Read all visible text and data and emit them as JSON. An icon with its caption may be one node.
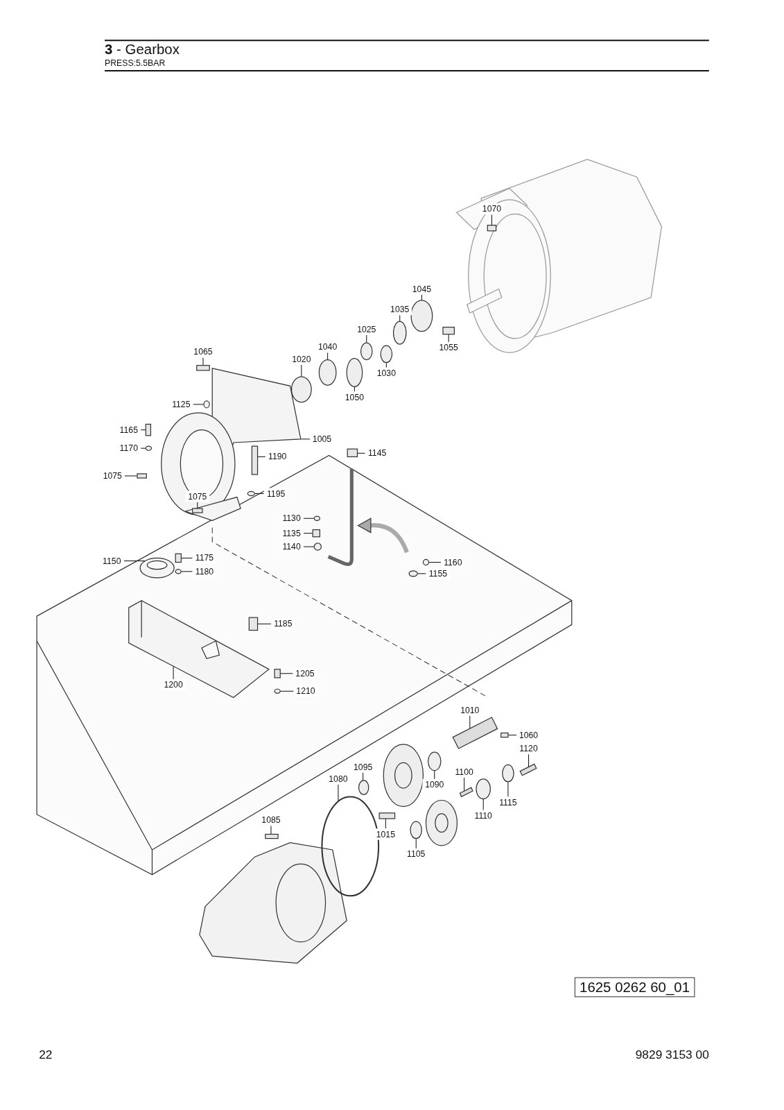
{
  "diagram": {
    "title": "**3** - Gearbox",
    "nodes": [
      {
        "text": [
          "1070"
        ]
      },
      {
        "text": [
          "1045"
        ]
      },
      {
        "text": [
          "1035"
        ]
      },
      {
        "text": [
          "1025"
        ]
      },
      {
        "text": [
          "1055"
        ]
      },
      {
        "text": [
          "1040"
        ]
      },
      {
        "text": [
          "1065"
        ]
      },
      {
        "text": [
          "1020"
        ]
      },
      {
        "text": [
          "1030"
        ]
      },
      {
        "text": [
          "1050"
        ]
      },
      {
        "text": [
          "1125"
        ]
      },
      {
        "text": [
          "1165"
        ]
      },
      {
        "text": [
          "1005"
        ]
      },
      {
        "text": [
          "1170"
        ]
      },
      {
        "text": [
          "1145"
        ]
      },
      {
        "text": [
          "1190"
        ]
      },
      {
        "text": [
          "1075"
        ]
      },
      {
        "text": [
          "1195"
        ]
      },
      {
        "text": [
          "1075"
        ]
      },
      {
        "text": [
          "1130"
        ]
      },
      {
        "text": [
          "1135"
        ]
      },
      {
        "text": [
          "1140"
        ]
      },
      {
        "text": [
          "1175"
        ]
      },
      {
        "text": [
          "1160"
        ]
      },
      {
        "text": [
          "1150"
        ]
      },
      {
        "text": [
          "1180"
        ]
      },
      {
        "text": [
          "1155"
        ]
      },
      {
        "text": [
          "1185"
        ]
      },
      {
        "text": [
          "1205"
        ]
      },
      {
        "text": [
          "1200"
        ]
      },
      {
        "text": [
          "1210"
        ]
      },
      {
        "text": [
          "1010"
        ]
      },
      {
        "text": [
          "1060"
        ]
      },
      {
        "text": [
          "1120"
        ]
      },
      {
        "text": [
          "1100"
        ]
      },
      {
        "text": [
          "1080"
        ]
      },
      {
        "text": [
          "1095"
        ]
      },
      {
        "text": [
          "1090"
        ]
      },
      {
        "text": [
          "1115"
        ]
      },
      {
        "text": [
          "1110"
        ]
      },
      {
        "text": [
          "1085"
        ]
      },
      {
        "text": [
          "1015"
        ]
      },
      {
        "text": [
          "1105"
        ]
      },
      {
        "text": [],
        "shape": "box"
      },
      {
        "text": [],
        "shape": "circle"
      },
      {
        "text": [],
        "shape": "circle"
      },
      {
        "text": [],
        "shape": "circle"
      },
      {
        "text": [],
        "shape": "box"
      },
      {
        "text": [],
        "shape": "circle"
      },
      {
        "text": [],
        "shape": "box"
      },
      {
        "text": [],
        "shape": "circle"
      },
      {
        "text": [],
        "shape": "circle"
      },
      {
        "text": [],
        "shape": "circle"
      },
      {
        "text": [],
        "shape": "circle"
      },
      {
        "text": [],
        "shape": "box"
      },
      {
        "text": [],
        "shape": "picture"
      },
      {
        "text": [],
        "shape": "circle"
      },
      {
        "text": [],
        "shape": "box"
      },
      {
        "text": [],
        "shape": "box"
      },
      {
        "text": [],
        "shape": "box"
      },
      {
        "text": [],
        "shape": "circle"
      },
      {
        "text": [],
        "shape": "box"
      },
      {
        "text": [],
        "shape": "circle"
      },
      {
        "text": [],
        "shape": "box"
      },
      {
        "text": [],
        "shape": "circle"
      },
      {
        "text": [],
        "shape": "box"
      },
      {
        "text": [],
        "shape": "circle"
      },
      {
        "text": [],
        "shape": "picture"
      },
      {
        "text": [],
        "shape": "circle"
      },
      {
        "text": [],
        "shape": "circle"
      },
      {
        "text": [],
        "shape": "box"
      },
      {
        "text": [],
        "shape": "box"
      },
      {
        "text": [],
        "shape": "picture"
      },
      {
        "text": [],
        "shape": "circle"
      },
      {
        "text": [],
        "shape": "bar"
      },
      {
        "text": [],
        "shape": "box"
      },
      {
        "text": [],
        "shape": "bar"
      },
      {
        "text": [],
        "shape": "bar"
      },
      {
        "text": [],
        "shape": "circle"
      },
      {
        "text": [],
        "shape": "circle"
      },
      {
        "text": [],
        "shape": "circle"
      },
      {
        "text": [],
        "shape": "circle"
      },
      {
        "text": [],
        "shape": "circle"
      },
      {
        "text": [],
        "shape": "box"
      },
      {
        "text": [],
        "shape": "box"
      },
      {
        "text": [],
        "shape": "circle"
      }
    ],
    "edges": [
      {
        "from": 0,
        "to": 43,
        "arrow": "none"
      },
      {
        "from": 1,
        "to": 44,
        "arrow": "none"
      },
      {
        "from": 2,
        "to": 45,
        "arrow": "none"
      },
      {
        "from": 3,
        "to": 46,
        "arrow": "none"
      },
      {
        "from": 4,
        "to": 47,
        "arrow": "none"
      },
      {
        "from": 5,
        "to": 48,
        "arrow": "none"
      },
      {
        "from": 6,
        "to": 49,
        "arrow": "none"
      },
      {
        "from": 7,
        "to": 50,
        "arrow": "none"
      },
      {
        "from": 8,
        "to": 51,
        "arrow": "none"
      },
      {
        "from": 9,
        "to": 52,
        "arrow": "none"
      },
      {
        "from": 10,
        "to": 53,
        "arrow": "none"
      },
      {
        "from": 11,
        "to": 54,
        "arrow": "none"
      },
      {
        "from": 12,
        "to": 55,
        "arrow": "none"
      },
      {
        "from": 13,
        "to": 56,
        "arrow": "none"
      },
      {
        "from": 14,
        "to": 57,
        "arrow": "none"
      },
      {
        "from": 15,
        "to": 58,
        "arrow": "none"
      },
      {
        "from": 16,
        "to": 59,
        "arrow": "none"
      },
      {
        "from": 17,
        "to": 60,
        "arrow": "none"
      },
      {
        "from": 18,
        "to": 61,
        "arrow": "none"
      },
      {
        "from": 19,
        "to": 62,
        "arrow": "none"
      },
      {
        "from": 20,
        "to": 63,
        "arrow": "none"
      },
      {
        "from": 21,
        "to": 64,
        "arrow": "none"
      },
      {
        "from": 22,
        "to": 65,
        "arrow": "none"
      },
      {
        "from": 23,
        "to": 66,
        "arrow": "none"
      },
      {
        "from": 24,
        "to": 67,
        "arrow": "none"
      },
      {
        "from": 25,
        "to": 68,
        "arrow": "none"
      },
      {
        "from": 26,
        "to": 69,
        "arrow": "none"
      },
      {
        "from": 27,
        "to": 70,
        "arrow": "none"
      },
      {
        "from": 28,
        "to": 71,
        "arrow": "none"
      },
      {
        "from": 29,
        "to": 72,
        "arrow": "none"
      },
      {
        "from": 30,
        "to": 73,
        "arrow": "none"
      },
      {
        "from": 31,
        "to": 74,
        "arrow": "none"
      },
      {
        "from": 32,
        "to": 75,
        "arrow": "none"
      },
      {
        "from": 33,
        "to": 76,
        "arrow": "none"
      },
      {
        "from": 34,
        "to": 77,
        "arrow": "none"
      },
      {
        "from": 35,
        "to": 78,
        "arrow": "none"
      },
      {
        "from": 36,
        "to": 79,
        "arrow": "none"
      },
      {
        "from": 37,
        "to": 80,
        "arrow": "none"
      },
      {
        "from": 38,
        "to": 81,
        "arrow": "none"
      },
      {
        "from": 39,
        "to": 82,
        "arrow": "none"
      },
      {
        "from": 40,
        "to": 83,
        "arrow": "none"
      },
      {
        "from": 41,
        "to": 84,
        "arrow": "none"
      },
      {
        "from": 42,
        "to": 85,
        "arrow": "none"
      }
    ],
    "labels": [
      "PRESS:5.5BAR",
      "1625 0262 60_01",
      "22",
      "9829 3153 00"
    ]
  }
}
